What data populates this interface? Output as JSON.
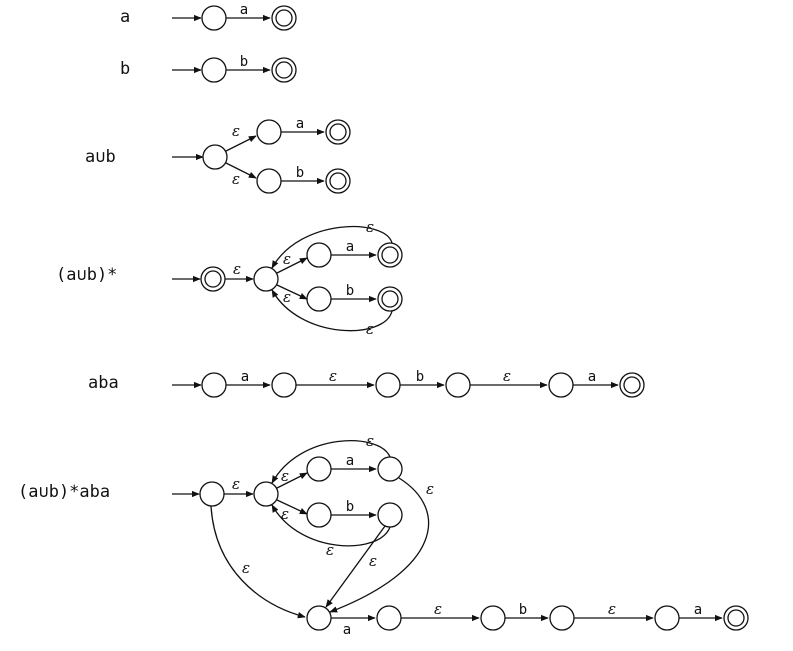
{
  "rows": [
    {
      "label": "a"
    },
    {
      "label": "b"
    },
    {
      "label": "a∪b"
    },
    {
      "label": "(a∪b)*"
    },
    {
      "label": "aba"
    },
    {
      "label": "(a∪b)*aba"
    }
  ],
  "symbols": {
    "a": "a",
    "b": "b",
    "epsilon": "ε"
  }
}
